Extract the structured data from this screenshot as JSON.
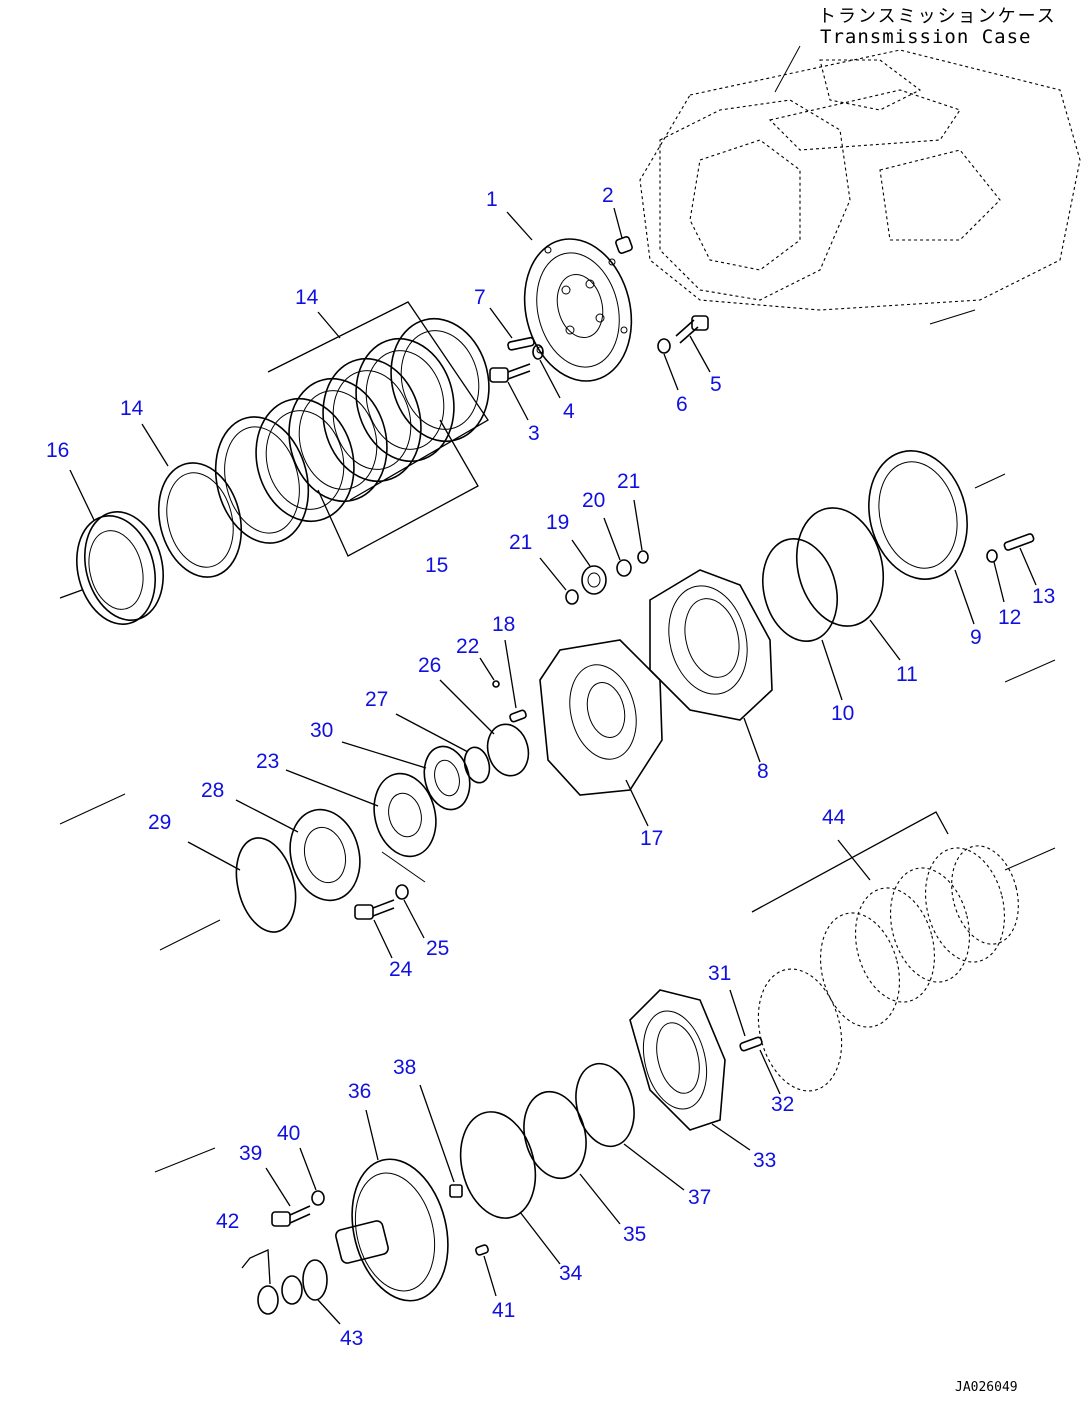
{
  "header": {
    "title_jp": "トランスミッションケース",
    "title_en": "Transmission Case"
  },
  "footer": {
    "drawing_code": "JA026049"
  },
  "colors": {
    "callout": "#1010e0",
    "line": "#000000"
  },
  "callouts": [
    {
      "id": "c1",
      "label": "1"
    },
    {
      "id": "c2",
      "label": "2"
    },
    {
      "id": "c3",
      "label": "3"
    },
    {
      "id": "c4",
      "label": "4"
    },
    {
      "id": "c5",
      "label": "5"
    },
    {
      "id": "c6",
      "label": "6"
    },
    {
      "id": "c7",
      "label": "7"
    },
    {
      "id": "c8",
      "label": "8"
    },
    {
      "id": "c9",
      "label": "9"
    },
    {
      "id": "c10",
      "label": "10"
    },
    {
      "id": "c11",
      "label": "11"
    },
    {
      "id": "c12",
      "label": "12"
    },
    {
      "id": "c13",
      "label": "13"
    },
    {
      "id": "c14a",
      "label": "14"
    },
    {
      "id": "c14b",
      "label": "14"
    },
    {
      "id": "c15",
      "label": "15"
    },
    {
      "id": "c16",
      "label": "16"
    },
    {
      "id": "c17",
      "label": "17"
    },
    {
      "id": "c18",
      "label": "18"
    },
    {
      "id": "c19",
      "label": "19"
    },
    {
      "id": "c20",
      "label": "20"
    },
    {
      "id": "c21a",
      "label": "21"
    },
    {
      "id": "c21b",
      "label": "21"
    },
    {
      "id": "c22",
      "label": "22"
    },
    {
      "id": "c23",
      "label": "23"
    },
    {
      "id": "c24",
      "label": "24"
    },
    {
      "id": "c25",
      "label": "25"
    },
    {
      "id": "c26",
      "label": "26"
    },
    {
      "id": "c27",
      "label": "27"
    },
    {
      "id": "c28",
      "label": "28"
    },
    {
      "id": "c29",
      "label": "29"
    },
    {
      "id": "c30",
      "label": "30"
    },
    {
      "id": "c31",
      "label": "31"
    },
    {
      "id": "c32",
      "label": "32"
    },
    {
      "id": "c33",
      "label": "33"
    },
    {
      "id": "c34",
      "label": "34"
    },
    {
      "id": "c35",
      "label": "35"
    },
    {
      "id": "c36",
      "label": "36"
    },
    {
      "id": "c37",
      "label": "37"
    },
    {
      "id": "c38",
      "label": "38"
    },
    {
      "id": "c39",
      "label": "39"
    },
    {
      "id": "c40",
      "label": "40"
    },
    {
      "id": "c41",
      "label": "41"
    },
    {
      "id": "c42",
      "label": "42"
    },
    {
      "id": "c43",
      "label": "43"
    },
    {
      "id": "c44",
      "label": "44"
    }
  ]
}
